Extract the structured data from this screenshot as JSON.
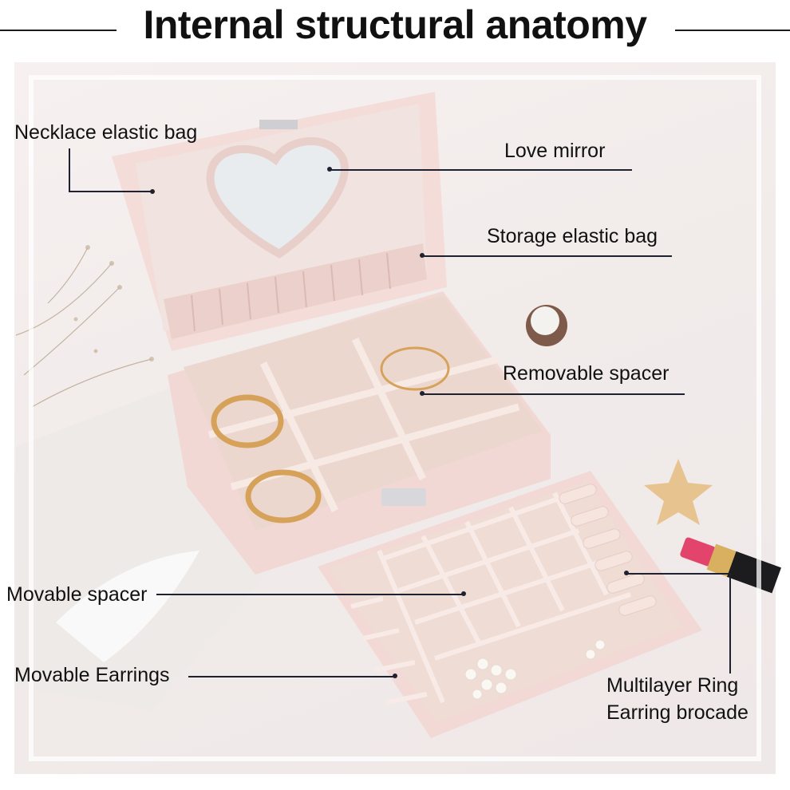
{
  "header": {
    "title": "Internal structural anatomy"
  },
  "callouts": {
    "necklace_elastic_bag": "Necklace elastic bag",
    "love_mirror": "Love mirror",
    "storage_elastic_bag": "Storage elastic bag",
    "removable_spacer": "Removable spacer",
    "movable_spacer": "Movable spacer",
    "movable_earrings": "Movable Earrings",
    "multilayer_ring_line1": "Multilayer Ring",
    "multilayer_ring_line2": "Earring brocade"
  },
  "colors": {
    "box_pink": "#f3d9d6",
    "box_shadow_pink": "#e7c3bf",
    "velvet": "#efdcd3",
    "gold": "#d6a25a",
    "leader_line": "#1e2230"
  },
  "image_subject": "pink-jewelry-box"
}
